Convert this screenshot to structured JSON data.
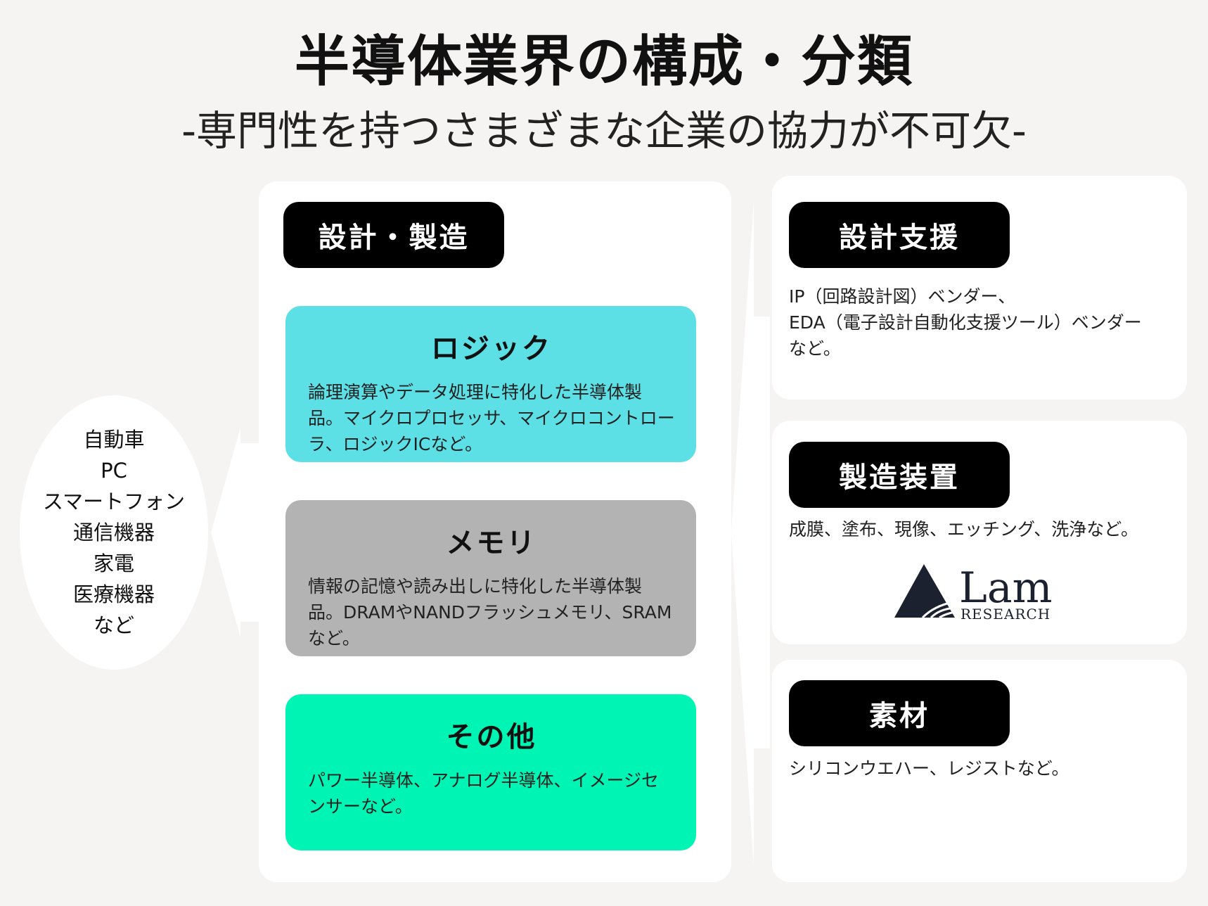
{
  "header": {
    "title": "半導体業界の構成・分類",
    "subtitle": "-専門性を持つさまざまな企業の協力が不可欠-"
  },
  "applications": {
    "items": [
      "自動車",
      "PC",
      "スマートフォン",
      "通信機器",
      "家電",
      "医療機器",
      "など"
    ]
  },
  "design_manufacturing": {
    "label": "設計・製造",
    "cards": [
      {
        "title": "ロジック",
        "text": "論理演算やデータ処理に特化した半導体製品。マイクロプロセッサ、マイクロコントローラ、ロジックICなど。",
        "color": "#5ce0e6"
      },
      {
        "title": "メモリ",
        "text": "情報の記憶や読み出しに特化した半導体製品。DRAMやNANDフラッシュメモリ、SRAMなど。",
        "color": "#b3b3b3"
      },
      {
        "title": "その他",
        "text": "パワー半導体、アナログ半導体、イメージセンサーなど。",
        "color": "#00f5b4"
      }
    ]
  },
  "support": {
    "design_support": {
      "label": "設計支援",
      "text": "IP（回路設計図）ベンダー、\nEDA（電子設計自動化支援ツール）ベンダー\nなど。"
    },
    "equipment": {
      "label": "製造装置",
      "text": "成膜、塗布、現像、エッチング、洗浄など。",
      "logo": {
        "name": "Lam",
        "sub": "RESEARCH",
        "color": "#1c2130"
      }
    },
    "materials": {
      "label": "素材",
      "text": "シリコンウエハー、レジストなど。"
    }
  }
}
